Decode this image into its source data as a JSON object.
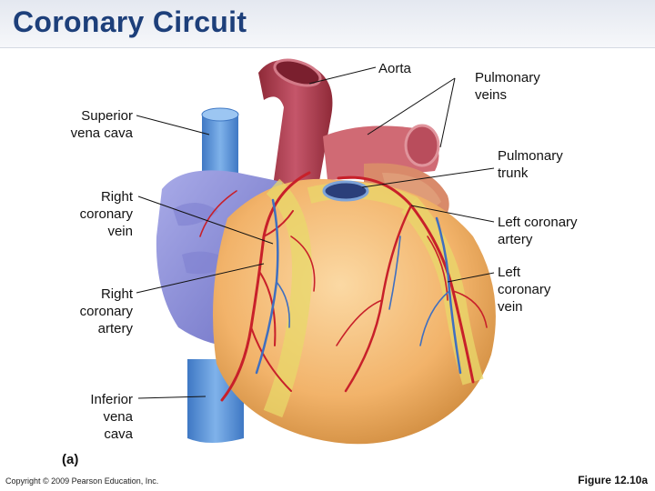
{
  "header": {
    "title": "Coronary Circuit"
  },
  "labels": {
    "aorta": "Aorta",
    "pulmonary_veins": "Pulmonary\nveins",
    "superior_vena_cava": "Superior\nvena cava",
    "pulmonary_trunk": "Pulmonary\ntrunk",
    "right_coronary_vein": "Right\ncoronary\nvein",
    "left_coronary_artery": "Left coronary\nartery",
    "left_coronary_vein": "Left\ncoronary\nvein",
    "right_coronary_artery": "Right\ncoronary\nartery",
    "inferior_vena_cava": "Inferior\nvena\ncava"
  },
  "panel_label": "(a)",
  "footer": {
    "copyright": "Copyright © 2009 Pearson Education, Inc.",
    "figure_ref": "Figure 12.10a"
  },
  "colors": {
    "title": "#1d3f7a",
    "vein_blue": "#5b8fd0",
    "artery_red": "#c8202a",
    "aorta": "#b5404e",
    "myocardium": "#f2b36a",
    "atrium": "#8f92d8",
    "fat": "#e8d86a"
  }
}
